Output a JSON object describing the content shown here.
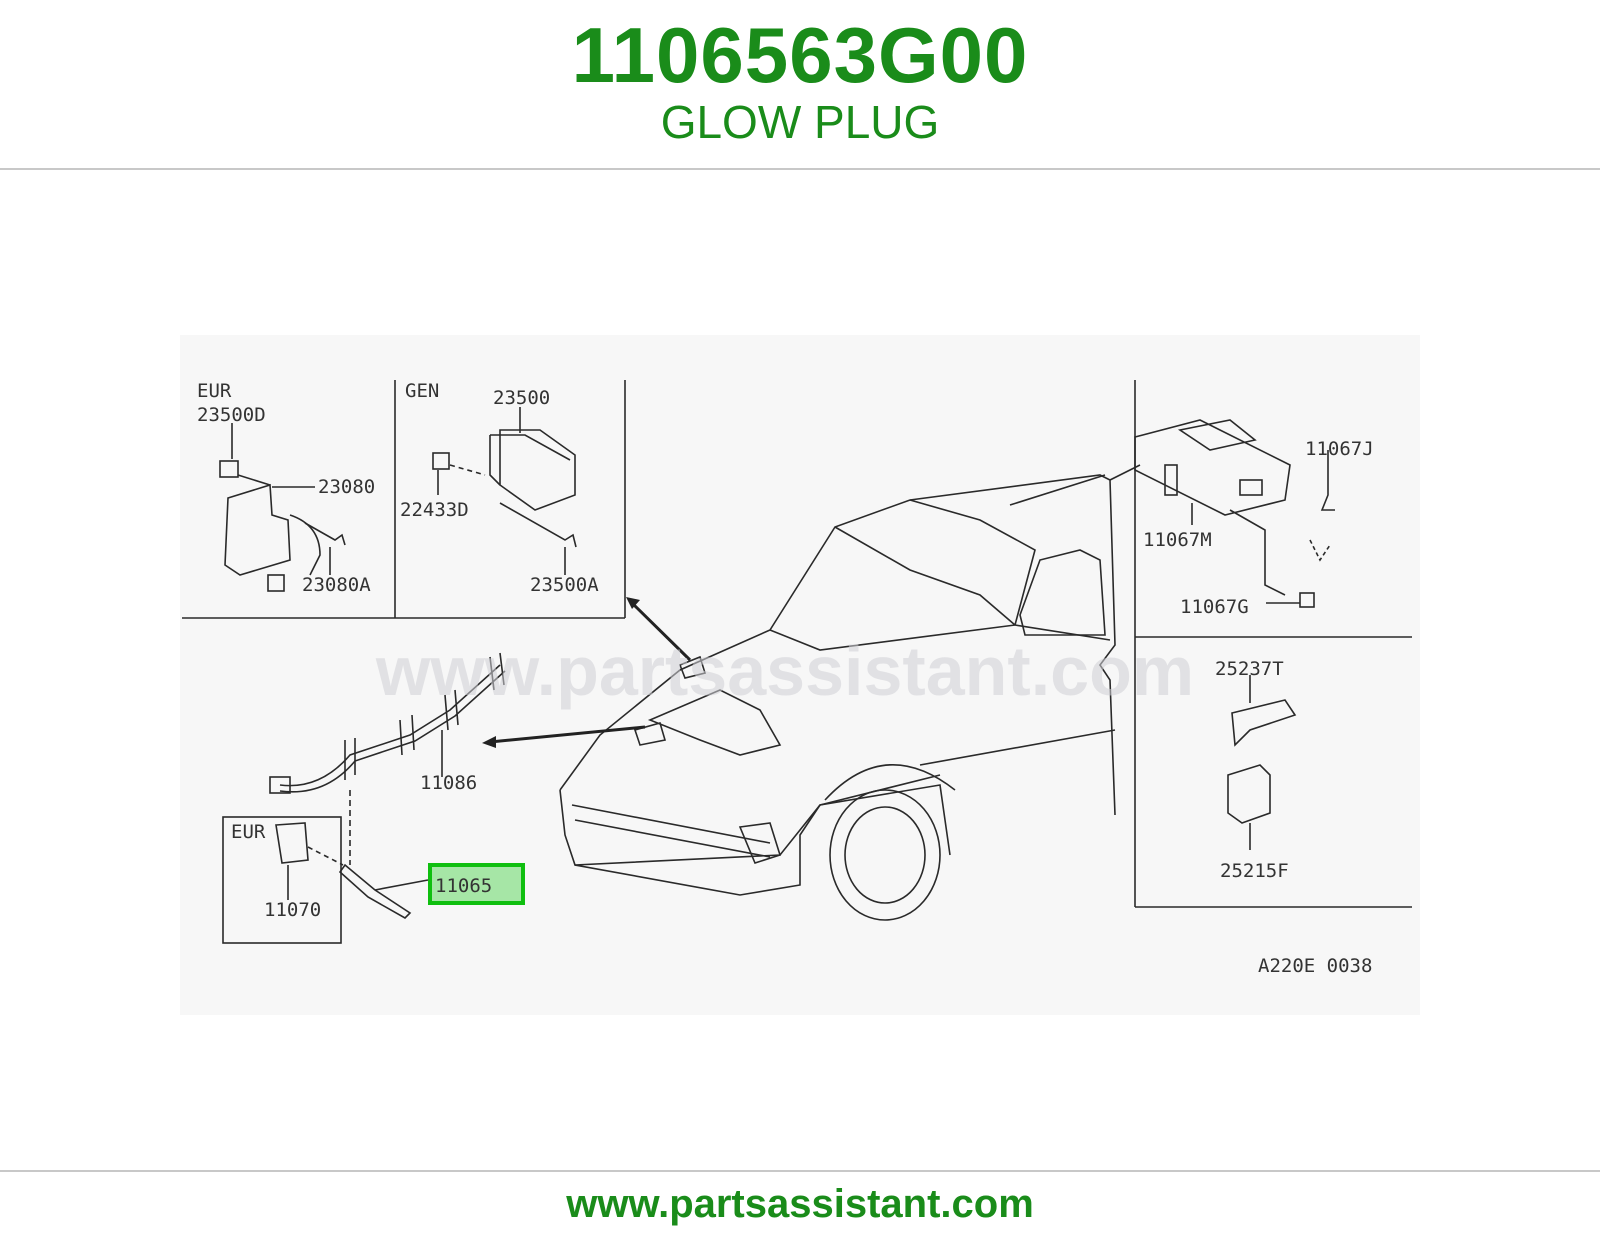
{
  "header": {
    "part_number": "1106563G00",
    "part_name": "GLOW PLUG"
  },
  "diagram": {
    "watermark": "www.partsassistant.com",
    "code": "A220E 0038",
    "highlight_color": "#0fbf0f",
    "highlight_fill": "#a6e6a6",
    "brand_color": "#1a8c1a",
    "regions": {
      "eur_top": "EUR",
      "gen": "GEN",
      "eur_bottom": "EUR"
    },
    "labels": {
      "p23500D": "23500D",
      "p23080": "23080",
      "p23080A": "23080A",
      "p23500": "23500",
      "p22433D": "22433D",
      "p23500A": "23500A",
      "p11086": "11086",
      "p11065": "11065",
      "p11070": "11070",
      "p11067J": "11067J",
      "p11067M": "11067M",
      "p11067G": "11067G",
      "p25237T": "25237T",
      "p25215F": "25215F"
    }
  },
  "footer": {
    "url": "www.partsassistant.com"
  }
}
